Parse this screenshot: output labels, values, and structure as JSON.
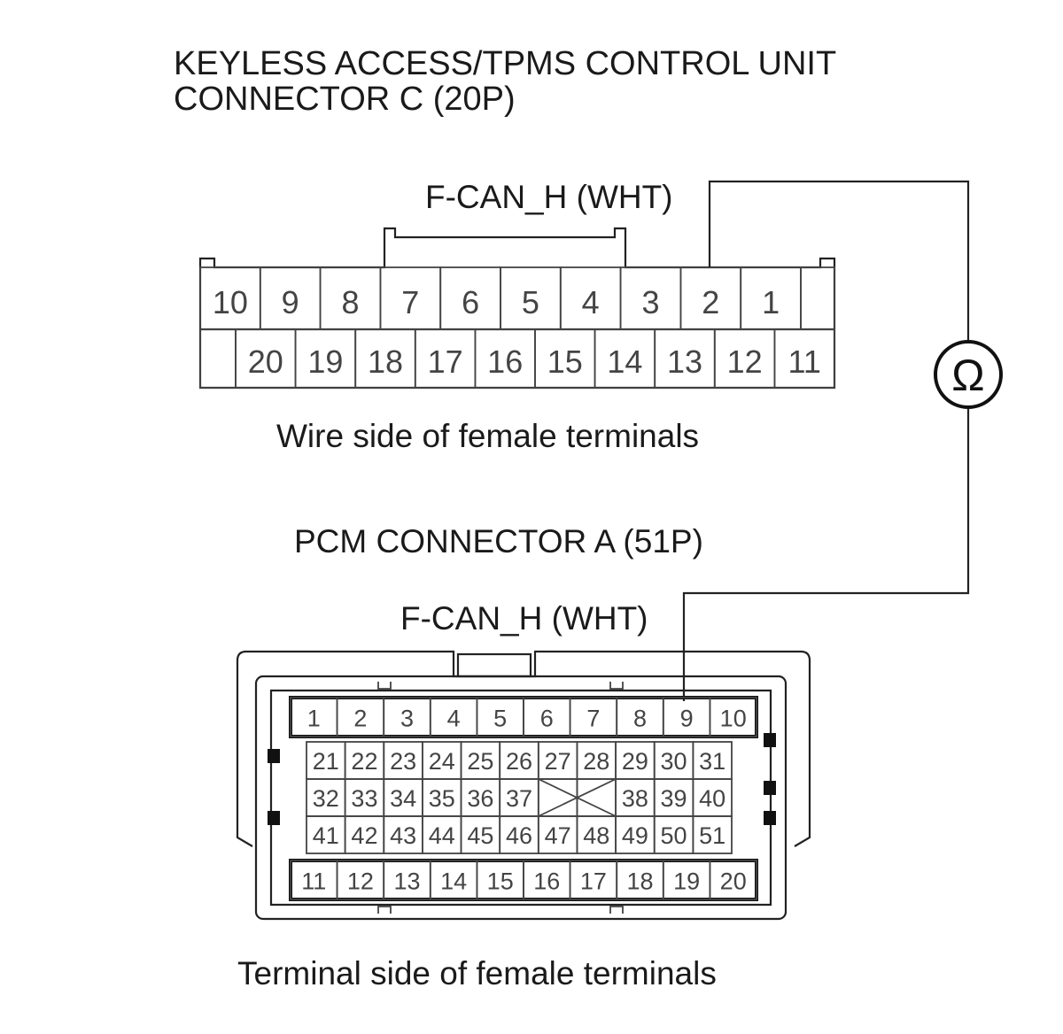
{
  "title": {
    "line1": "KEYLESS ACCESS/TPMS CONTROL UNIT",
    "line2": "CONNECTOR C (20P)"
  },
  "connector_c": {
    "wire_label": "F-CAN_H (WHT)",
    "caption": "Wire side of female terminals",
    "row1": [
      "10",
      "9",
      "8",
      "7",
      "6",
      "5",
      "4",
      "3",
      "2",
      "1"
    ],
    "row2": [
      "20",
      "19",
      "18",
      "17",
      "16",
      "15",
      "14",
      "13",
      "12",
      "11"
    ]
  },
  "meter": {
    "symbol": "Ω",
    "icon": "ohmmeter-icon"
  },
  "connector_a": {
    "title": "PCM CONNECTOR A (51P)",
    "wire_label": "F-CAN_H (WHT)",
    "caption": "Terminal side of female terminals",
    "row1": [
      "1",
      "2",
      "3",
      "4",
      "5",
      "6",
      "7",
      "8",
      "9",
      "10"
    ],
    "row2": [
      "21",
      "22",
      "23",
      "24",
      "25",
      "26",
      "27",
      "28",
      "29",
      "30",
      "31"
    ],
    "row3": [
      "32",
      "33",
      "34",
      "35",
      "36",
      "37",
      "",
      "",
      "38",
      "39",
      "40"
    ],
    "row4": [
      "41",
      "42",
      "43",
      "44",
      "45",
      "46",
      "47",
      "48",
      "49",
      "50",
      "51"
    ],
    "row5": [
      "11",
      "12",
      "13",
      "14",
      "15",
      "16",
      "17",
      "18",
      "19",
      "20"
    ]
  }
}
